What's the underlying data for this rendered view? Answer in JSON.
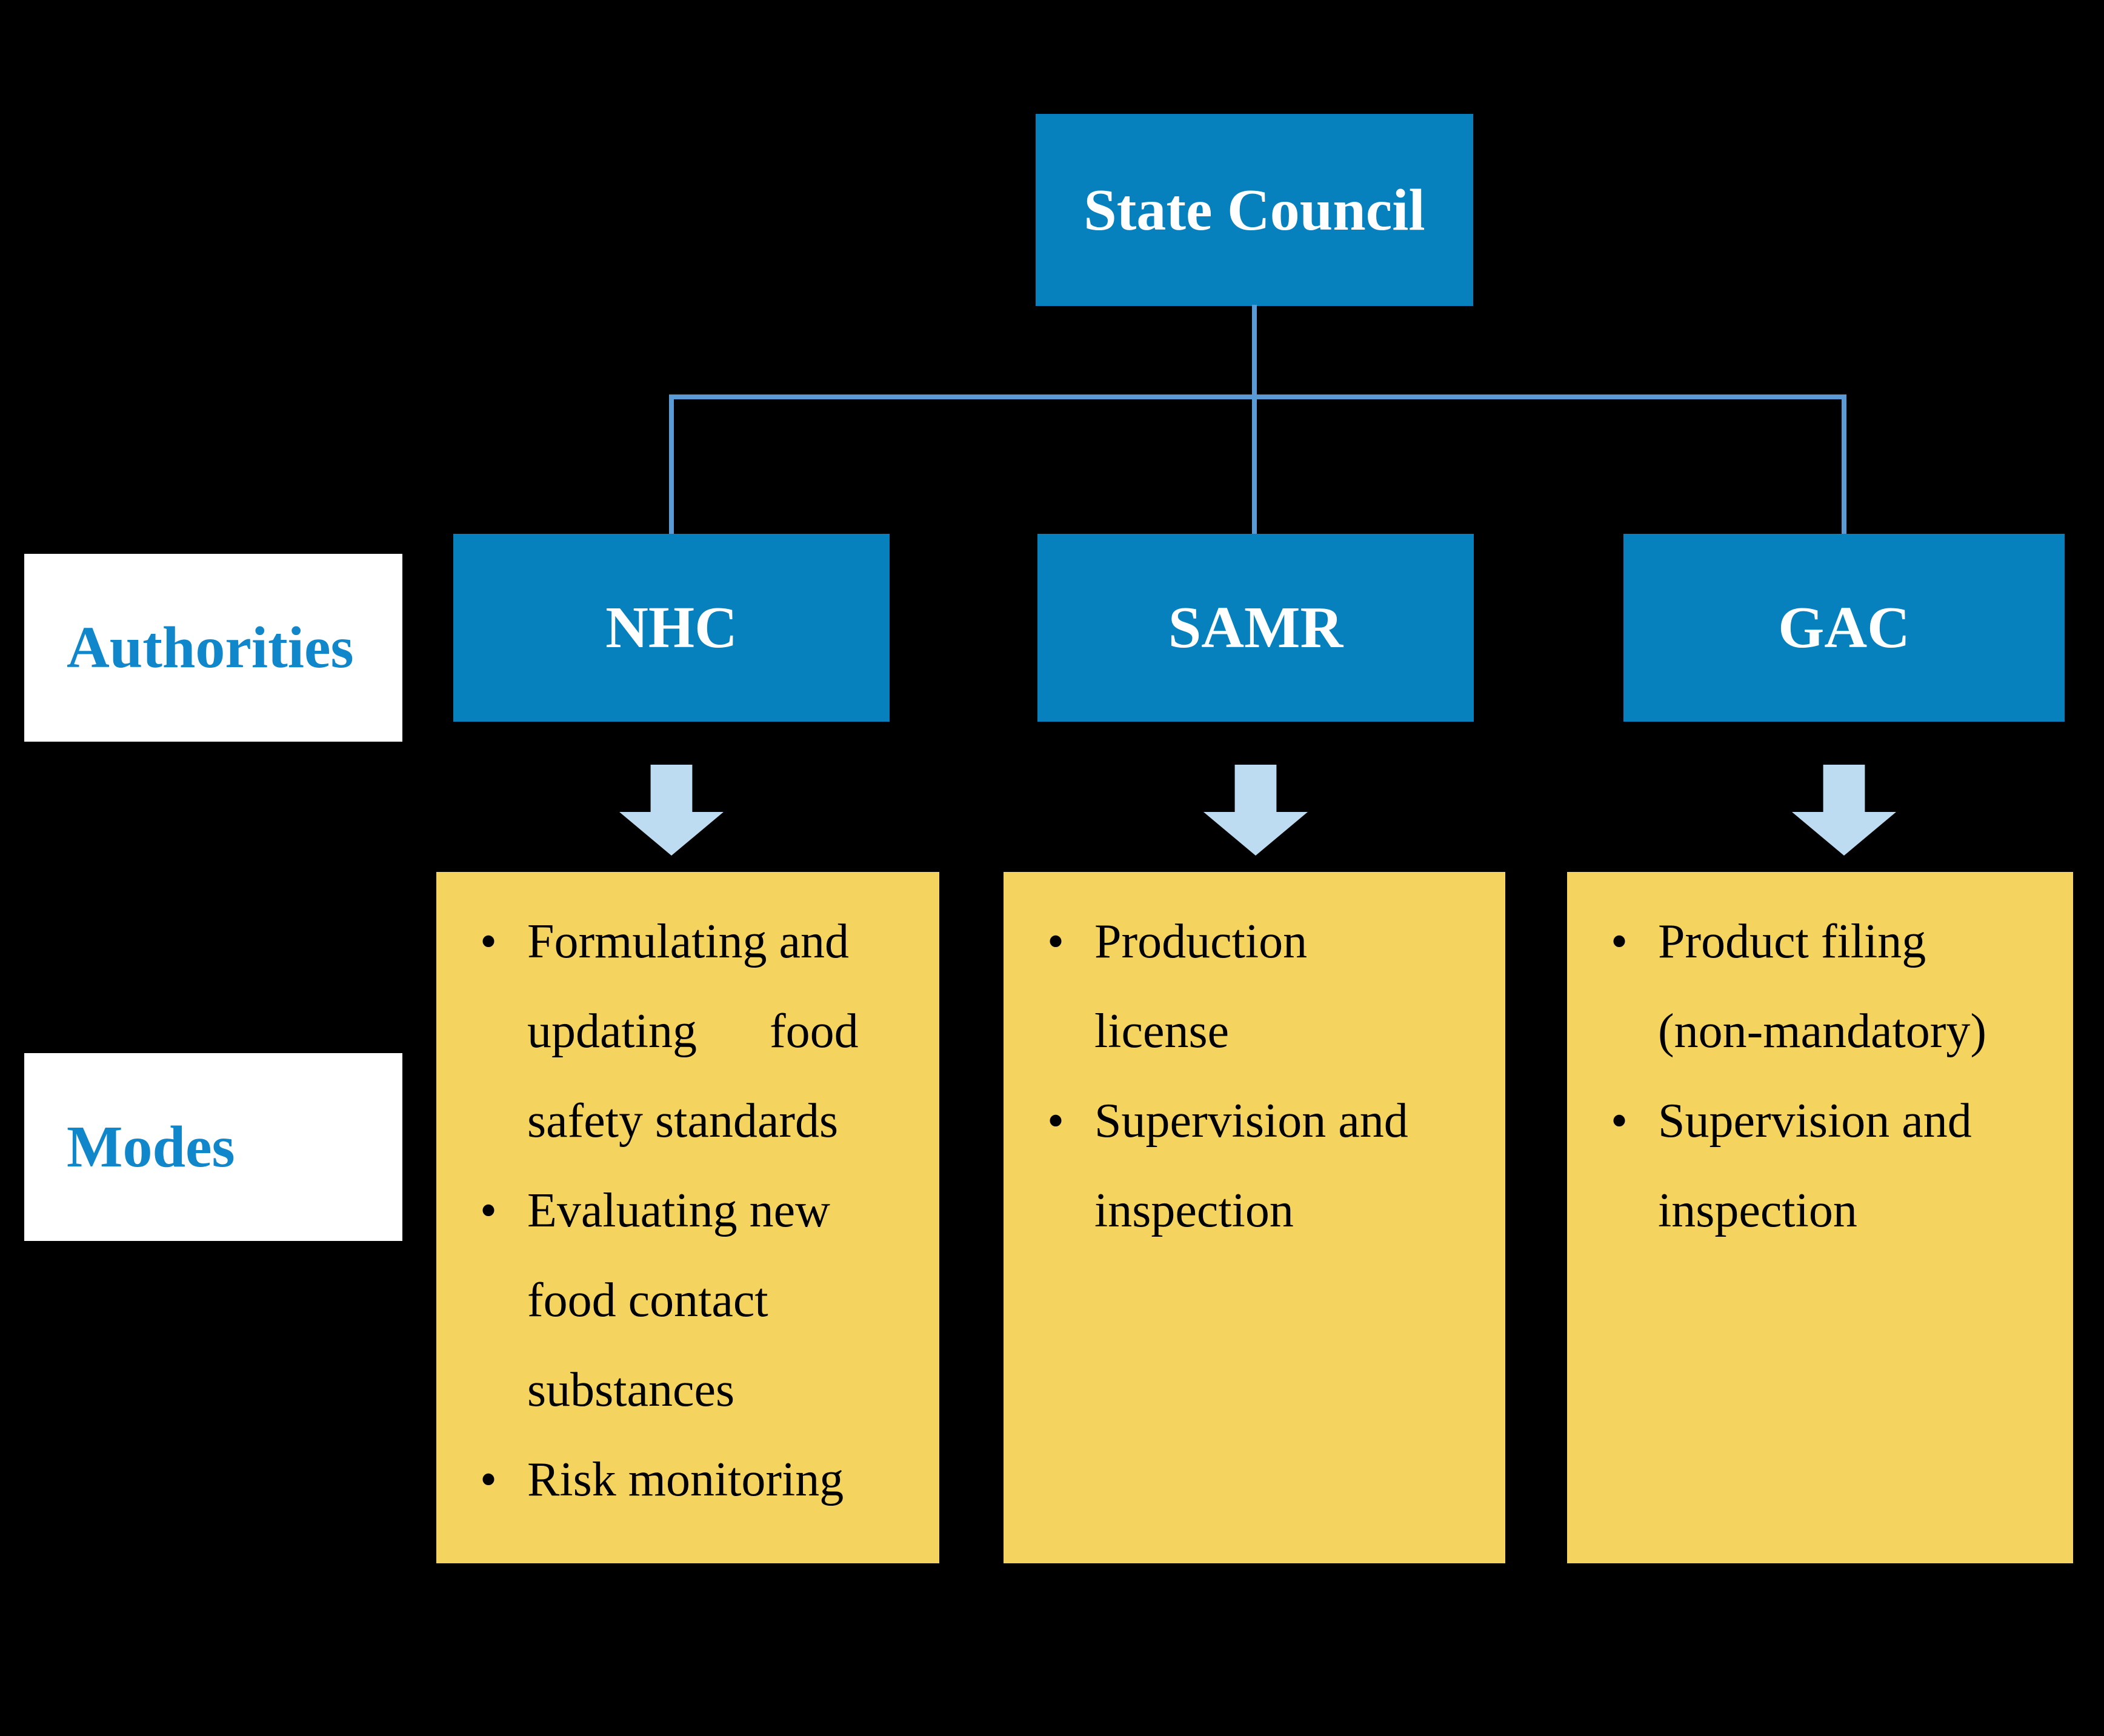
{
  "chart": {
    "type": "org-hierarchy-diagram",
    "root": {
      "label": "State Council"
    },
    "row_labels": {
      "authorities": "Authorities",
      "modes": "Modes"
    },
    "authorities": [
      {
        "id": "nhc",
        "label": "NHC",
        "modes": [
          "Formulating and\nupdating      food\nsafety standards",
          "Evaluating new\nfood contact\nsubstances",
          "Risk monitoring"
        ]
      },
      {
        "id": "samr",
        "label": "SAMR",
        "modes": [
          "Production\nlicense",
          "Supervision and\ninspection"
        ]
      },
      {
        "id": "gac",
        "label": "GAC",
        "modes": [
          "Product filing\n(non-mandatory)",
          "Supervision and\ninspection"
        ]
      }
    ]
  },
  "colors": {
    "box-blue": "#0781BE",
    "label-blue": "#1187CB",
    "line-blue": "#5B9BD5",
    "arrow-blue": "#BDDCF2",
    "panel-yellow": "#F5D35F",
    "panel-white": "#FFFFFF",
    "text-white": "#FFFFFF",
    "text-black": "#000000",
    "bg-black": "#000000"
  }
}
